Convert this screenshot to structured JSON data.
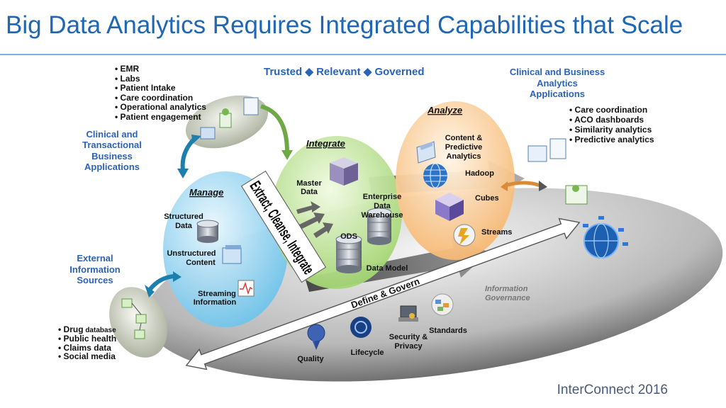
{
  "title": "Big Data Analytics Requires Integrated Capabilities that Scale",
  "footer": "InterConnect 2016",
  "tagline": {
    "left": "Trusted",
    "mid": "Relevant",
    "right": "Governed"
  },
  "transactional": {
    "label_lines": [
      "Clinical and",
      "Transactional",
      "Business",
      "Applications"
    ],
    "bullets": [
      "• EMR",
      "• Labs",
      "• Patient Intake",
      "• Care coordination",
      "• Operational analytics",
      "• Patient engagement"
    ]
  },
  "external": {
    "label_lines": [
      "External",
      "Information",
      "Sources"
    ],
    "bullets": [
      {
        "bold": "Drug",
        "rest": " database"
      },
      {
        "bold": "Public health",
        "rest": ""
      },
      {
        "bold": "Claims data",
        "rest": ""
      },
      {
        "bold": "Social media",
        "rest": ""
      }
    ]
  },
  "business": {
    "label_lines": [
      "Clinical and Business",
      "Analytics",
      "Applications"
    ],
    "bullets": [
      "• Care coordination",
      "• ACO dashboards",
      "• Similarity analytics",
      "• Predictive analytics"
    ]
  },
  "manage": {
    "title": "Manage",
    "structured": [
      "Structured",
      "Data"
    ],
    "unstructured": [
      "Unstructured",
      "Content"
    ],
    "streaming": [
      "Streaming",
      "Information"
    ]
  },
  "etl_banner": "Extract, Cleanse, Integrate",
  "integrate": {
    "title": "Integrate",
    "master": [
      "Master",
      "Data"
    ],
    "edw": [
      "Enterprise",
      "Data",
      "Warehouse"
    ],
    "ods": "ODS",
    "data_model": "Data Model"
  },
  "analyze": {
    "title": "Analyze",
    "content": [
      "Content &",
      "Predictive",
      "Analytics"
    ],
    "hadoop": "Hadoop",
    "cubes": "Cubes",
    "streams": "Streams"
  },
  "govern": {
    "arrow_label": "Define & Govern",
    "info_gov": [
      "Information",
      "Governance"
    ],
    "quality": "Quality",
    "lifecycle": "Lifecycle",
    "security": [
      "Security &",
      "Privacy"
    ],
    "standards": "Standards"
  }
}
